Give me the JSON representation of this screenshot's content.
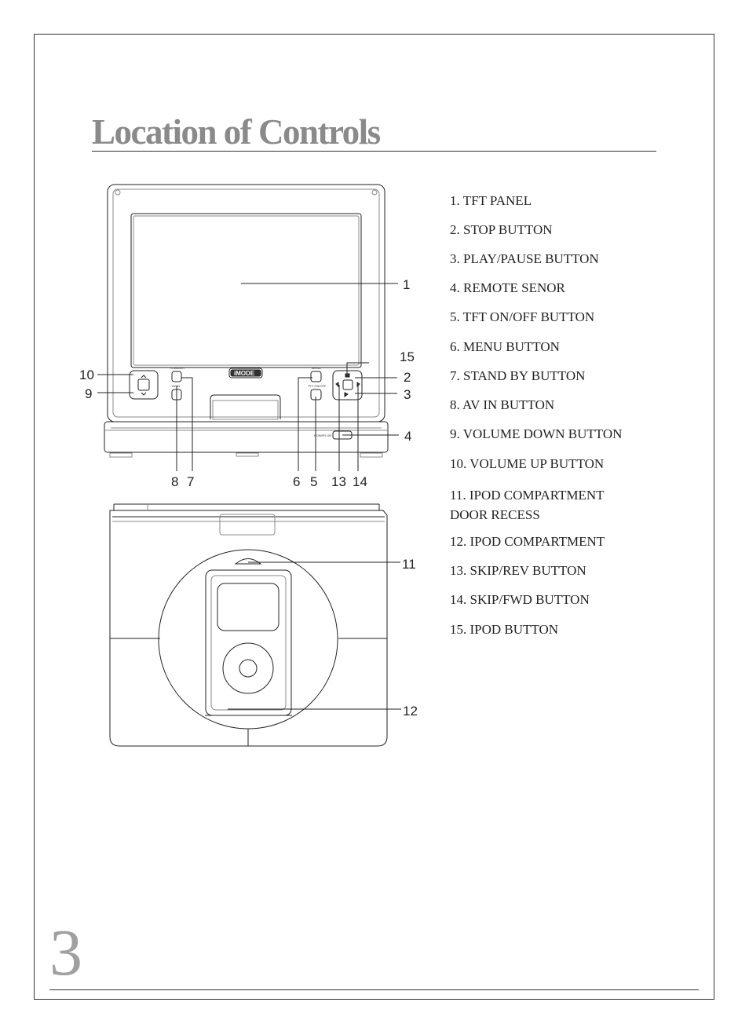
{
  "page": {
    "title": "Location of Controls",
    "page_number": "3"
  },
  "legend": [
    "1. TFT PANEL",
    "2. STOP BUTTON",
    "3. PLAY/PAUSE BUTTON",
    "4. REMOTE SENOR",
    "5. TFT ON/OFF BUTTON",
    "6. MENU BUTTON",
    "7. STAND BY BUTTON",
    "8. AV IN BUTTON",
    "9. VOLUME DOWN BUTTON",
    "10. VOLUME UP BUTTON",
    "11. IPOD COMPARTMENT\n      DOOR RECESS",
    "12. IPOD COMPARTMENT",
    "13. SKIP/REV BUTTON",
    "14. SKIP/FWD BUTTON",
    "15. IPOD BUTTON"
  ],
  "callouts": {
    "c1": "1",
    "c2": "2",
    "c3": "3",
    "c4": "4",
    "c5": "5",
    "c6": "6",
    "c7": "7",
    "c8": "8",
    "c9": "9",
    "c10": "10",
    "c11": "11",
    "c12": "12",
    "c13": "13",
    "c14": "14",
    "c15": "15"
  },
  "device_labels": {
    "logo": "iMODE",
    "standby": "STANDBY",
    "av_in": "AV IN",
    "menu": "MENU",
    "tft_onoff": "TFT ON/OFF",
    "power_on": "POWER ON"
  }
}
